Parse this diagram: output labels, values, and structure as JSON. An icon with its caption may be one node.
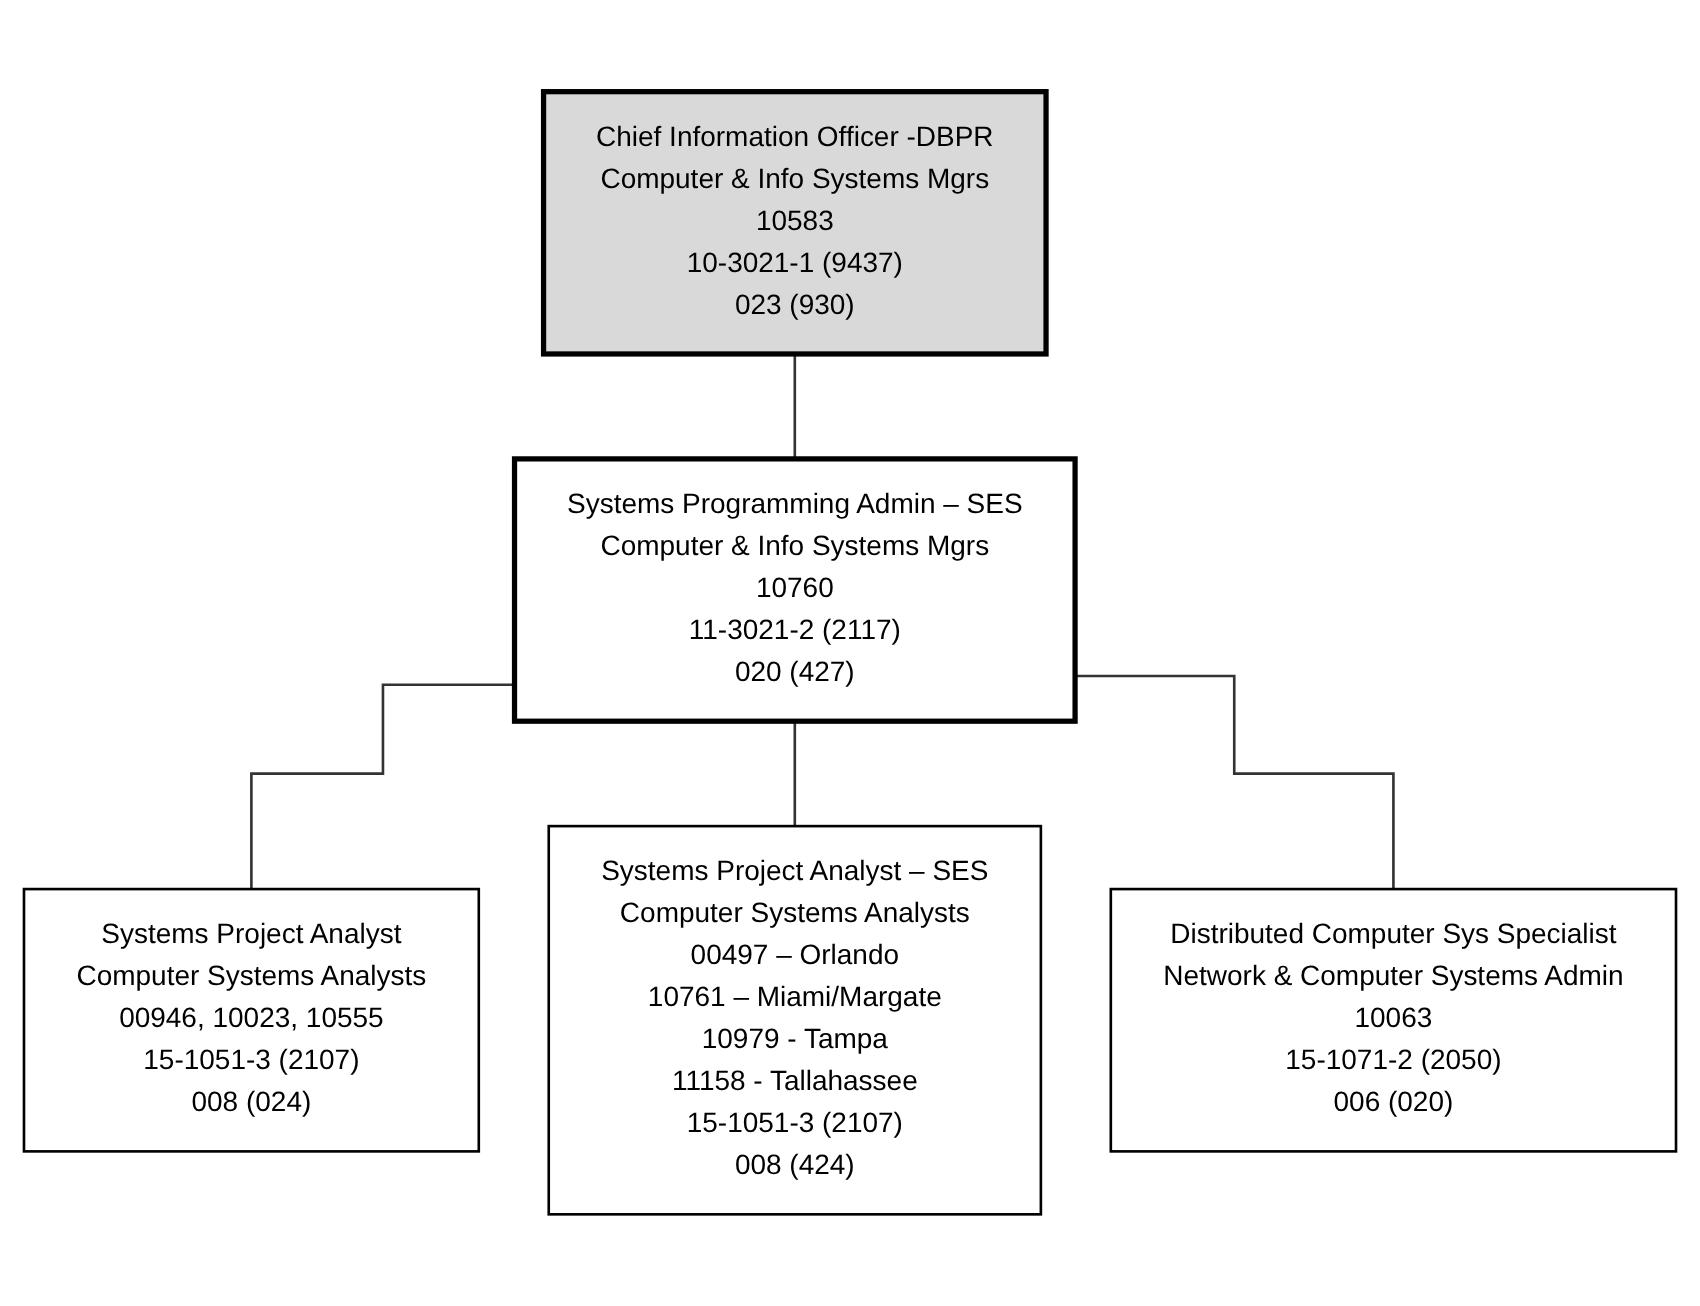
{
  "diagram": {
    "nodes": [
      {
        "text": [
          "Chief Information Officer -DBPR",
          "Computer & Info Systems Mgrs",
          "10583",
          "10-3021-1 (9437)",
          "023 (930)"
        ]
      },
      {
        "text": [
          "Systems Programming Admin – SES",
          "Computer & Info Systems Mgrs",
          "10760",
          "11-3021-2 (2117)",
          "020 (427)"
        ]
      },
      {
        "text": [
          "Systems Project Analyst",
          "Computer Systems Analysts",
          "00946, 10023, 10555",
          "15-1051-3 (2107)",
          "008 (024)"
        ]
      },
      {
        "text": [
          "Systems Project Analyst – SES",
          "Computer Systems Analysts",
          "00497 – Orlando",
          "10761 – Miami/Margate",
          "10979 - Tampa",
          "11158 - Tallahassee",
          "15-1051-3 (2107)",
          "008 (424)"
        ]
      },
      {
        "text": [
          "Distributed Computer Sys Specialist",
          "Network & Computer Systems Admin",
          "10063",
          "15-1071-2 (2050)",
          "006 (020)"
        ]
      }
    ],
    "edges": [
      {
        "from": 0,
        "to": 1,
        "arrow": "none"
      },
      {
        "from": 1,
        "to": 2,
        "arrow": "none"
      },
      {
        "from": 1,
        "to": 3,
        "arrow": "none"
      },
      {
        "from": 1,
        "to": 4,
        "arrow": "none"
      }
    ]
  }
}
